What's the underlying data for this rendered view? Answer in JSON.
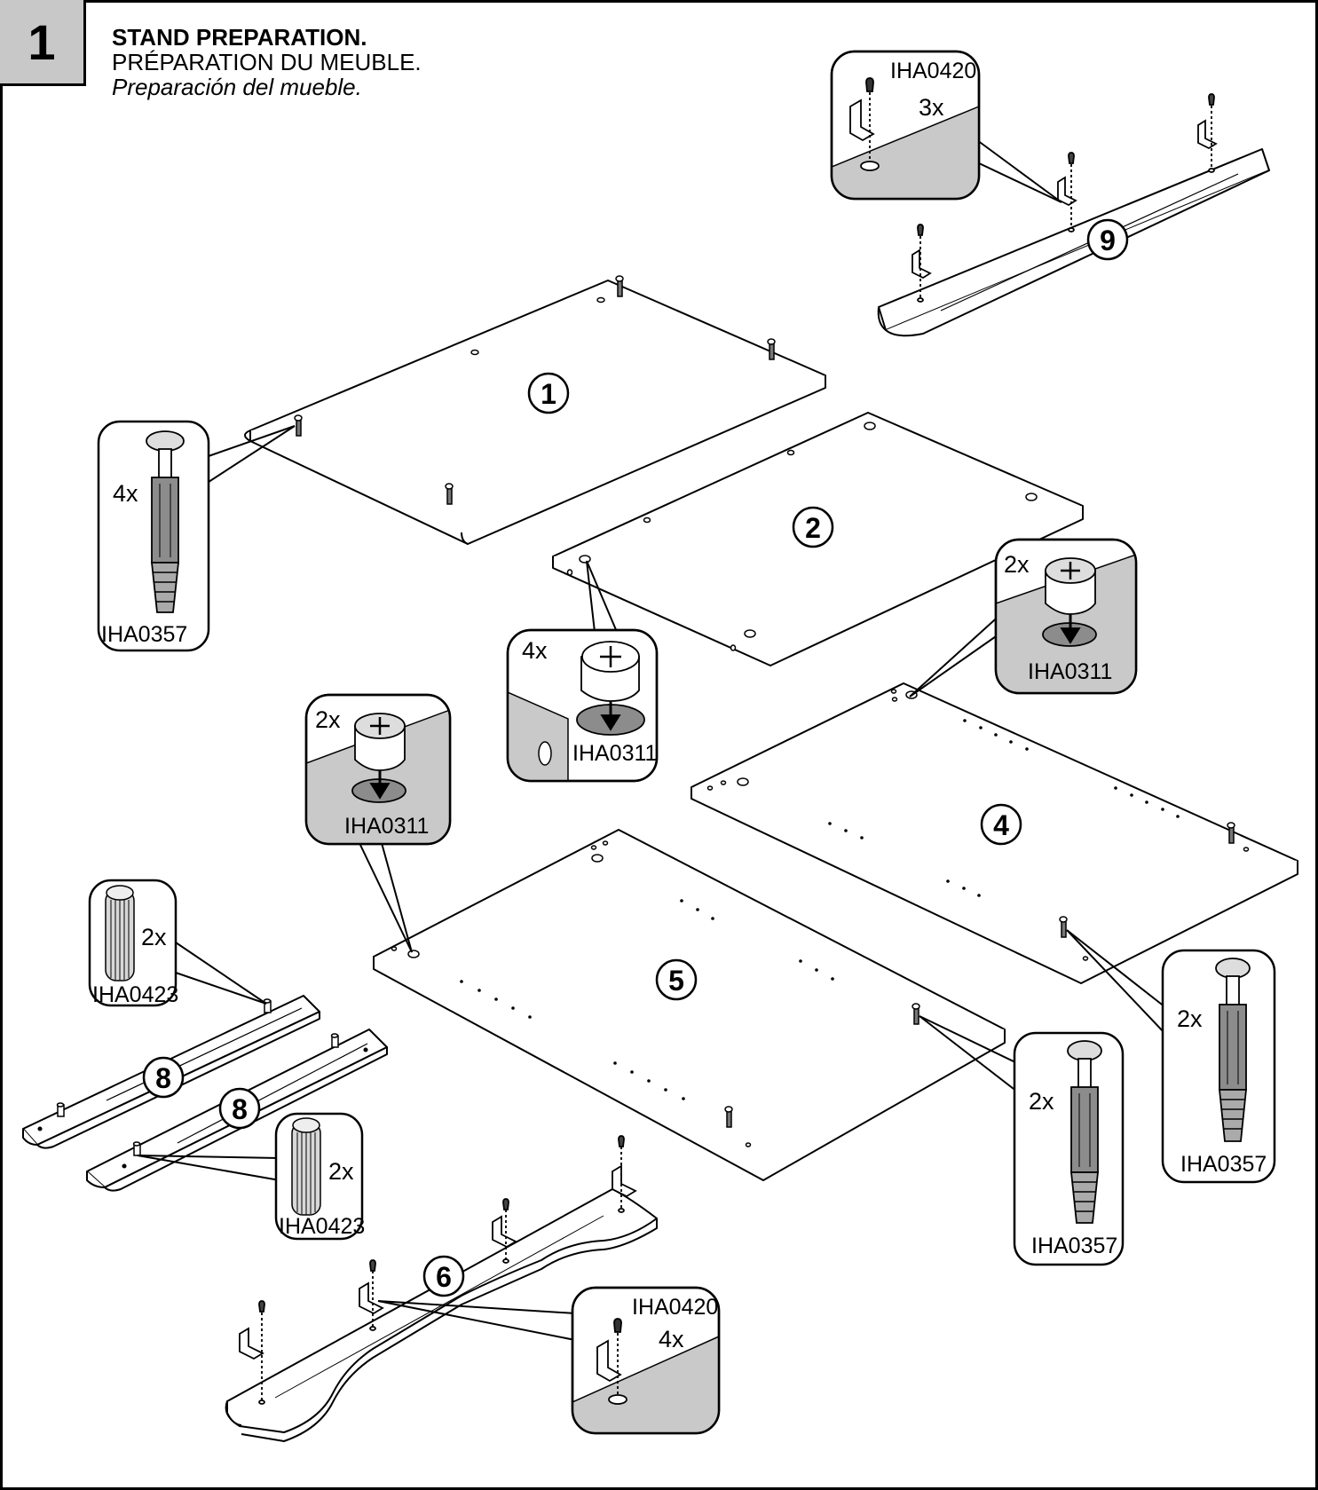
{
  "step": "1",
  "title": {
    "en": "STAND PREPARATION.",
    "fr": "PRÉPARATION DU MEUBLE.",
    "es": "Preparación del mueble."
  },
  "parts": {
    "p1": "1",
    "p2": "2",
    "p4": "4",
    "p5": "5",
    "p6": "6",
    "p8a": "8",
    "p8b": "8",
    "p9": "9"
  },
  "callouts": {
    "c_9": {
      "code": "IHA0420",
      "qty": "3x"
    },
    "c_1": {
      "code": "IHA0357",
      "qty": "4x"
    },
    "c_2": {
      "code": "IHA0311",
      "qty": "4x"
    },
    "c_4a": {
      "code": "IHA0311",
      "qty": "2x"
    },
    "c_5a": {
      "code": "IHA0311",
      "qty": "2x"
    },
    "c_8a": {
      "code": "IHA0423",
      "qty": "2x"
    },
    "c_8b": {
      "code": "IHA0423",
      "qty": "2x"
    },
    "c_5b": {
      "code": "IHA0357",
      "qty": "2x"
    },
    "c_4b": {
      "code": "IHA0357",
      "qty": "2x"
    },
    "c_6": {
      "code": "IHA0420",
      "qty": "4x"
    }
  },
  "colors": {
    "fill_gray": "#c9c9c9",
    "dark_gray": "#8c8c8c",
    "line": "#000000"
  }
}
